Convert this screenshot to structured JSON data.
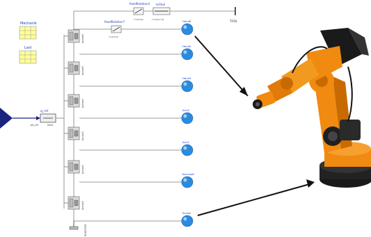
{
  "palette": {
    "wire": "#7a7a7a",
    "signal": "#1a237e",
    "label_blue": "#2040c0",
    "table_yellow": "#ffff99",
    "sphere": "#2a8ce0",
    "robot_orange": "#f08a10",
    "robot_dark": "#202020"
  },
  "icons": {
    "mechanics_table": "table-icon",
    "load_table": "table-icon",
    "input_arrow": "triangle-icon",
    "frame_connectors": "sphere-icon",
    "axis_blocks": "gear-axis-icon",
    "robot": "industrial-robot-icon"
  },
  "tables": {
    "mechanics_label": "Mechanik",
    "load_label": "Last"
  },
  "top_chain": {
    "fixed_rotation_4_label": "fixedRotation4",
    "to_tool_label": "toTool",
    "to_tool_params": "r={0,0,c,d}",
    "fixed_rotation_7_label": "fixedRotation7",
    "fixed_rotation_7_params": "r=(0,0,0)",
    "fixed_rotation_4_params": "r=(0,0,0)",
    "tool_label": "TOOL"
  },
  "axis_ref": {
    "label": "q_ref",
    "sub_left": "pb_ref",
    "sub_right": "hbra"
  },
  "axes": [
    {
      "label": "Achse6"
    },
    {
      "label": "Achse5"
    },
    {
      "label": "Achse4"
    },
    {
      "label": "Achse3"
    },
    {
      "label": "Achse2"
    },
    {
      "label": "Achse1"
    }
  ],
  "frames": [
    {
      "label": "Hand6"
    },
    {
      "label": "Hand5"
    },
    {
      "label": "Hand4"
    },
    {
      "label": "Arm2"
    },
    {
      "label": "Arm1"
    },
    {
      "label": "Karussell"
    },
    {
      "label": "Sockel"
    }
  ],
  "ground_label": "ROBOTOR"
}
